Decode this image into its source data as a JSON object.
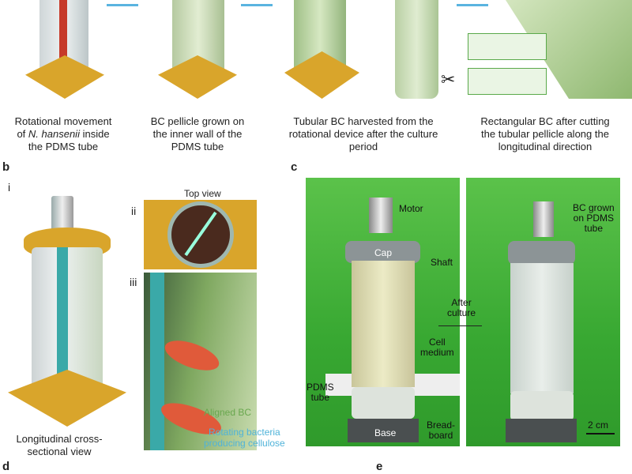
{
  "panel_a": {
    "captions": [
      {
        "line1": "Rotational movement",
        "line2_pre": "of ",
        "line2_italic": "N. hansenii",
        "line2_post": " inside",
        "line3": "the PDMS tube"
      },
      {
        "line1": "BC pellicle grown on",
        "line2": "the inner wall of the",
        "line3": "PDMS tube"
      },
      {
        "line1": "Tubular BC harvested from the",
        "line2": "rotational device after the culture",
        "line3": "period"
      },
      {
        "line1": "Rectangular BC after cutting",
        "line2": "the tubular pellicle along the",
        "line3": "longitudinal direction"
      }
    ]
  },
  "panel_b": {
    "label": "b",
    "sub_i": "i",
    "sub_ii": "ii",
    "sub_iii": "iii",
    "top_view": "Top view",
    "caption_line1": "Longitudinal cross-",
    "caption_line2": "sectional view",
    "aligned_bc": "Aligned BC",
    "rotating_line1": "Rotating bacteria",
    "rotating_line2": "producing cellulose"
  },
  "panel_c": {
    "label": "c",
    "motor": "Motor",
    "cap": "Cap",
    "shaft": "Shaft",
    "after_line1": "After",
    "after_line2": "culture",
    "cell_line1": "Cell",
    "cell_line2": "medium",
    "pdms_line1": "PDMS",
    "pdms_line2": "tube",
    "base": "Base",
    "bread_line1": "Bread-",
    "bread_line2": "board",
    "bc_line1": "BC grown",
    "bc_line2": "on PDMS",
    "bc_line3": "tube",
    "scale": "2 cm"
  },
  "panel_d": {
    "label": "d"
  },
  "panel_e": {
    "label": "e"
  },
  "colors": {
    "green_text": "#6aa84f",
    "blue_text": "#4fb3d9",
    "gold": "#d9a52b"
  }
}
